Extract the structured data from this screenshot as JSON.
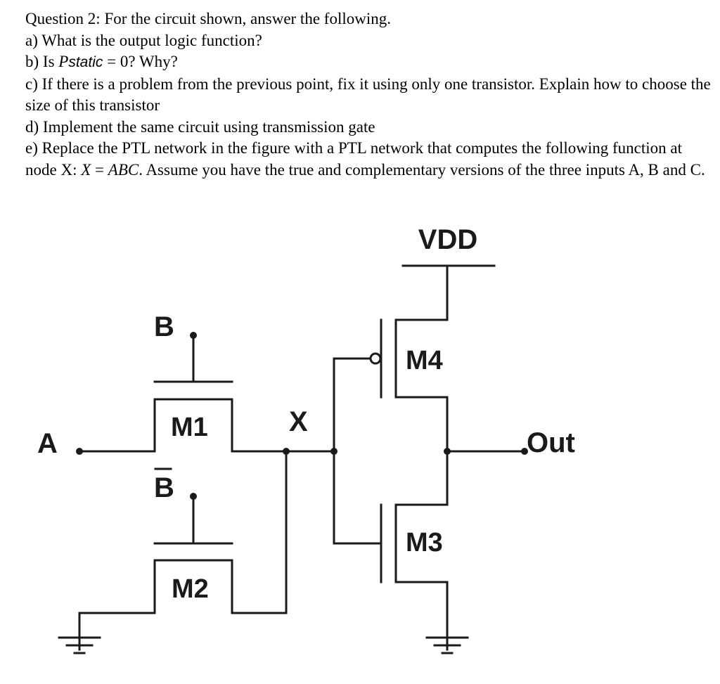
{
  "question": {
    "title": "Question 2: For the circuit shown, answer the following.",
    "a": "a) What is the output logic function?",
    "b": {
      "prefix": "b) Is ",
      "var_main": "P",
      "var_sub": "static",
      "suffix": " = 0? Why?"
    },
    "c": "c) If there is a problem from the previous point, fix it using only one transistor. Explain how to choose the size of this transistor",
    "d": "d) Implement the same circuit using transmission gate",
    "e": {
      "prefix": "e) Replace the PTL network in the figure with a PTL network that computes the following function at node X: ",
      "formula_lhs": "X",
      "formula_eq": " = ",
      "formula_rhs": "ABC",
      "suffix": ". Assume you have the true and complementary versions of the three inputs A, B and C."
    }
  },
  "circuit": {
    "vdd_label": "VDD",
    "input_a_label": "A",
    "input_b_label": "B",
    "input_b_bar_label": "B",
    "node_x_label": "X",
    "output_label": "Out",
    "transistor_m1": "M1",
    "transistor_m2": "M2",
    "transistor_m3": "M3",
    "transistor_m4": "M4",
    "wire_color": "#1a1a1a"
  }
}
